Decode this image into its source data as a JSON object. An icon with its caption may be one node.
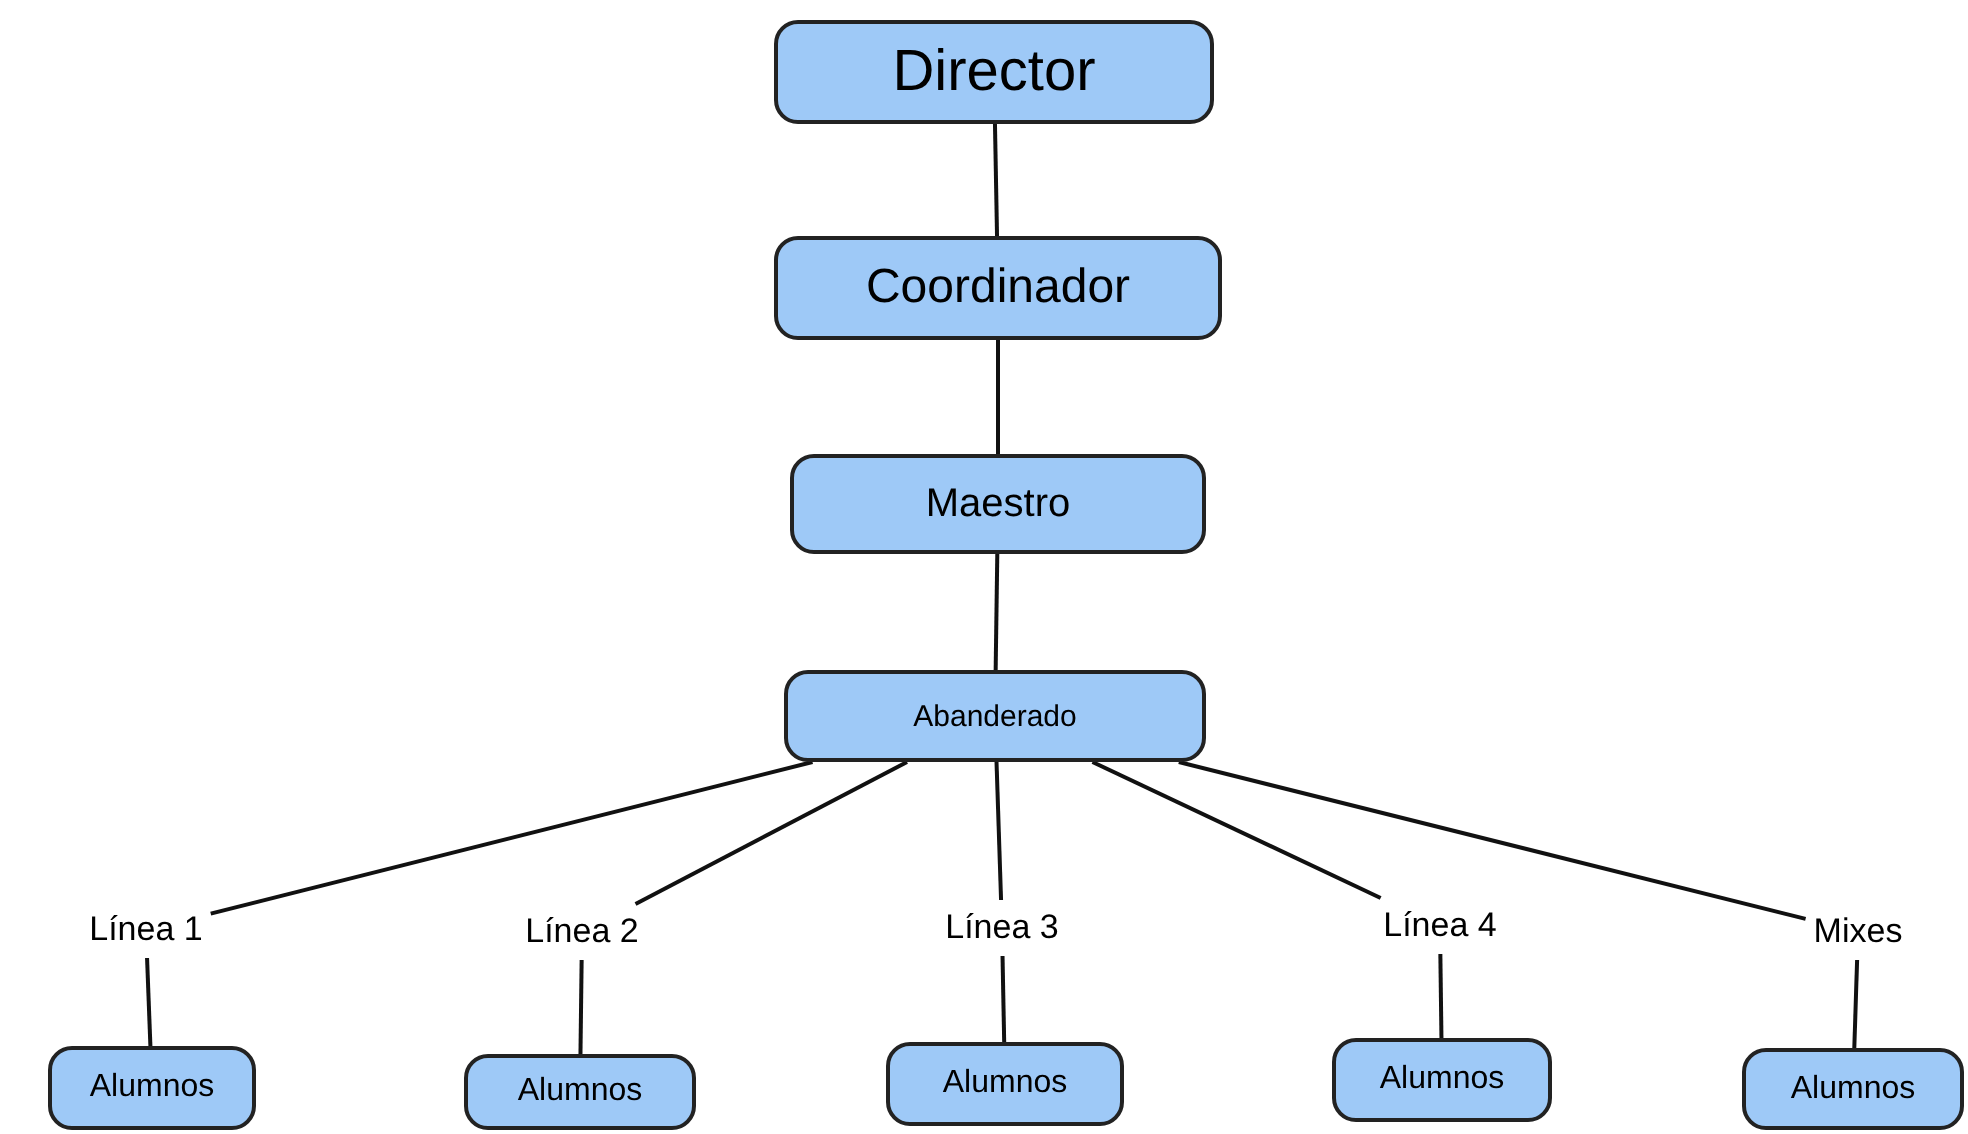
{
  "diagram": {
    "nodes": [
      {
        "text": [
          "Director"
        ]
      },
      {
        "text": [
          "Coordinador"
        ]
      },
      {
        "text": [
          "Maestro"
        ]
      },
      {
        "text": [
          "Abanderado"
        ]
      },
      {
        "text": [
          "Línea 1"
        ]
      },
      {
        "text": [
          "Línea 2"
        ]
      },
      {
        "text": [
          "Línea 3"
        ]
      },
      {
        "text": [
          "Línea 4"
        ]
      },
      {
        "text": [
          "Mixes"
        ]
      },
      {
        "text": [
          "Alumnos"
        ]
      },
      {
        "text": [
          "Alumnos"
        ]
      },
      {
        "text": [
          "Alumnos"
        ]
      },
      {
        "text": [
          "Alumnos"
        ]
      },
      {
        "text": [
          "Alumnos"
        ]
      }
    ],
    "edges": [
      {
        "from": 0,
        "to": 1,
        "arrow": "none"
      },
      {
        "from": 1,
        "to": 2,
        "arrow": "none"
      },
      {
        "from": 2,
        "to": 3,
        "arrow": "none"
      },
      {
        "from": 3,
        "to": 4,
        "arrow": "none"
      },
      {
        "from": 3,
        "to": 5,
        "arrow": "none"
      },
      {
        "from": 3,
        "to": 6,
        "arrow": "none"
      },
      {
        "from": 3,
        "to": 7,
        "arrow": "none"
      },
      {
        "from": 3,
        "to": 8,
        "arrow": "none"
      },
      {
        "from": 4,
        "to": 9,
        "arrow": "none"
      },
      {
        "from": 5,
        "to": 10,
        "arrow": "none"
      },
      {
        "from": 6,
        "to": 11,
        "arrow": "none"
      },
      {
        "from": 7,
        "to": 12,
        "arrow": "none"
      },
      {
        "from": 8,
        "to": 13,
        "arrow": "none"
      }
    ]
  }
}
